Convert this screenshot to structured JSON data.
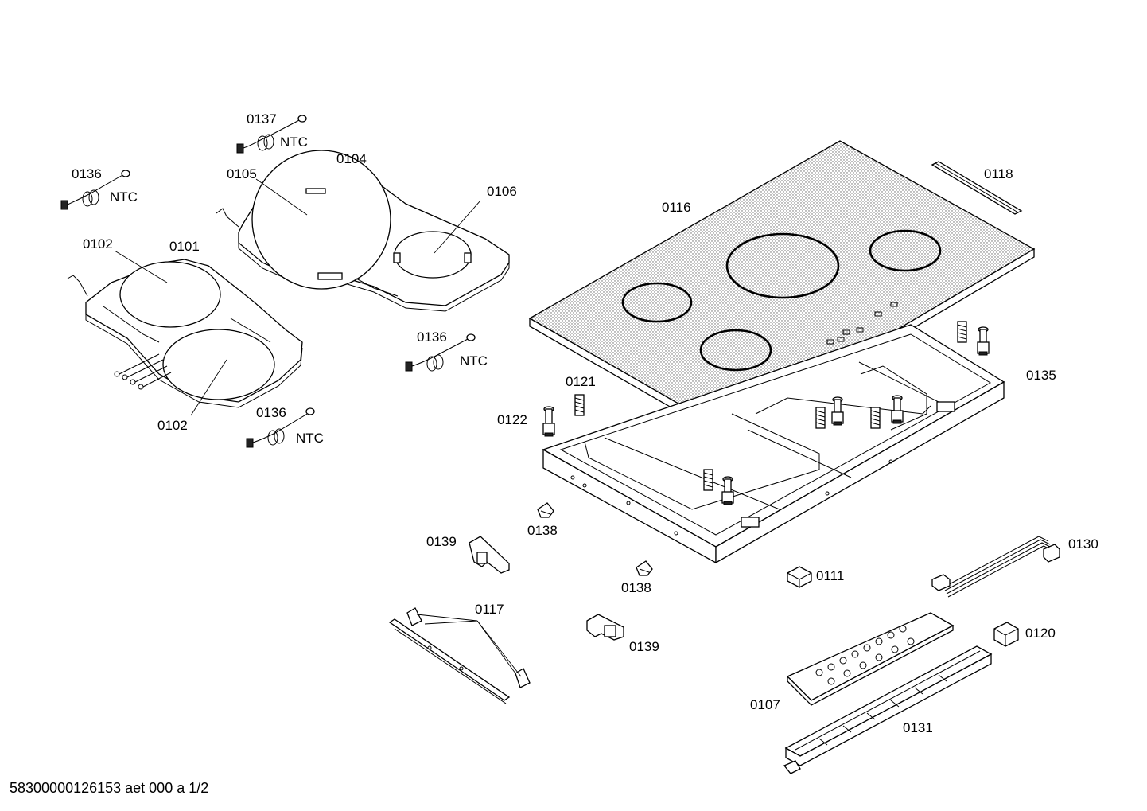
{
  "labels": {
    "p0137": "0137",
    "ntc_0137": "NTC",
    "p0104": "0104",
    "p0136_a": "0136",
    "ntc_a": "NTC",
    "p0105": "0105",
    "p0106": "0106",
    "p0102_a": "0102",
    "p0101": "0101",
    "p0102_b": "0102",
    "p0136_b": "0136",
    "ntc_b": "NTC",
    "p0136_c": "0136",
    "ntc_c": "NTC",
    "p0116": "0116",
    "p0118": "0118",
    "p0121": "0121",
    "p0122": "0122",
    "p0135": "0135",
    "p0138_a": "0138",
    "p0138_b": "0138",
    "p0139_a": "0139",
    "p0139_b": "0139",
    "p0117": "0117",
    "p0111": "0111",
    "p0130": "0130",
    "p0120": "0120",
    "p0107": "0107",
    "p0131": "0131"
  },
  "footer": {
    "doc_id": "58300000126153 aet 000 a 1/2"
  }
}
